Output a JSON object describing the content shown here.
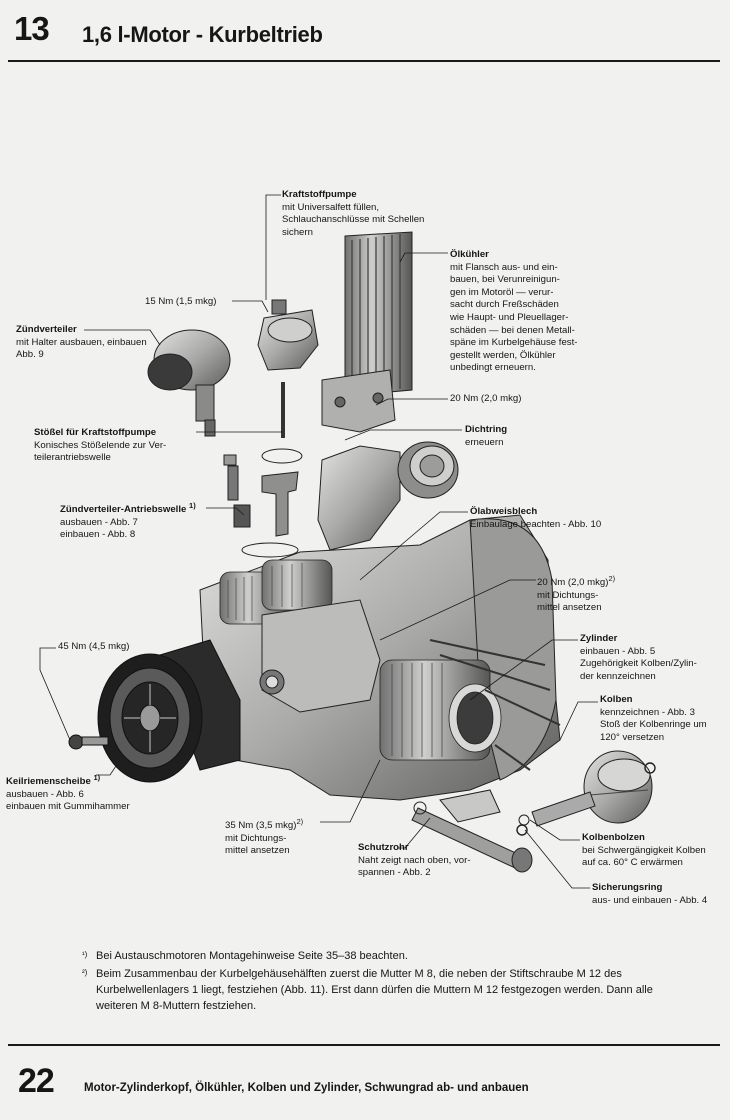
{
  "header": {
    "chapter_number": "13",
    "chapter_title": "1,6 l-Motor - Kurbeltrieb"
  },
  "labels": {
    "fuel_pump": {
      "title": "Kraftstoffpumpe",
      "lines": [
        "mit Universalfett füllen,",
        "Schlauchanschlüsse mit Schellen",
        "sichern"
      ]
    },
    "oil_cooler": {
      "title": "Ölkühler",
      "lines": [
        "mit Flansch aus- und ein-",
        "bauen, bei Verunreinigun-",
        "gen im Motoröl — verur-",
        "sacht durch Freßschäden",
        "wie Haupt- und Pleuellager-",
        "schäden — bei denen Metall-",
        "späne im Kurbelgehäuse fest-",
        "gestellt werden, Ölkühler",
        "unbedingt erneuern."
      ]
    },
    "torque_15": {
      "text": "15 Nm (1,5 mkg)"
    },
    "distributor": {
      "title": "Zündverteiler",
      "lines": [
        "mit Halter ausbauen, einbauen",
        "Abb. 9"
      ]
    },
    "torque_20_cooler": {
      "text": "20 Nm (2,0 mkg)"
    },
    "seal": {
      "title": "Dichtring",
      "lines": [
        "erneuern"
      ]
    },
    "pushrod": {
      "title": "Stößel für Kraftstoffpumpe",
      "lines": [
        "Konisches Stößelende zur Ver-",
        "teilerantriebswelle"
      ]
    },
    "drive_shaft": {
      "title": "Zündverteiler-Antriebswelle",
      "footnote": "1)",
      "lines": [
        "ausbauen  - Abb. 7",
        "einbauen  - Abb. 8"
      ]
    },
    "deflector": {
      "title": "Ölabweisblech",
      "lines": [
        "Einbaulage beachten - Abb. 10"
      ]
    },
    "torque_20_sealant": {
      "text": "20 Nm (2,0 mkg)",
      "footnote": "2)",
      "lines": [
        "mit Dichtungs-",
        "mittel ansetzen"
      ]
    },
    "cylinder": {
      "title": "Zylinder",
      "lines": [
        "einbauen - Abb. 5",
        "Zugehörigkeit Kolben/Zylin-",
        "der kennzeichnen"
      ]
    },
    "torque_45": {
      "text": "45 Nm (4,5 mkg)"
    },
    "piston": {
      "title": "Kolben",
      "lines": [
        "kennzeichnen - Abb. 3",
        "Stoß der Kolbenringe um",
        "120° versetzen"
      ]
    },
    "pulley": {
      "title": "Keilriemenscheibe",
      "footnote": "1)",
      "lines": [
        "ausbauen - Abb. 6",
        "einbauen mit Gummihammer"
      ]
    },
    "torque_35": {
      "text": "35 Nm (3,5 mkg)",
      "footnote": "2)",
      "lines": [
        "mit Dichtungs-",
        "mittel ansetzen"
      ]
    },
    "tube": {
      "title": "Schutzrohr",
      "lines": [
        "Naht zeigt nach oben, vor-",
        "spannen - Abb. 2"
      ]
    },
    "piston_pin": {
      "title": "Kolbenbolzen",
      "lines": [
        "bei Schwergängigkeit Kolben",
        "auf ca. 60° C erwärmen"
      ]
    },
    "circlip": {
      "title": "Sicherungsring",
      "lines": [
        "aus- und einbauen - Abb. 4"
      ]
    }
  },
  "footnotes": [
    {
      "mark": "¹)",
      "text": "Bei Austauschmotoren Montagehinweise Seite 35–38 beachten."
    },
    {
      "mark": "²)",
      "text": "Beim Zusammenbau der Kurbelgehäusehälften zuerst die Mutter M 8, die neben der Stiftschraube M 12 des Kurbelwellenlagers 1 liegt, festziehen (Abb. 11). Erst dann dürfen die Muttern M 12 festgezogen werden. Dann alle weiteren M 8-Muttern festziehen."
    }
  ],
  "footer": {
    "page_number": "22",
    "text": "Motor-Zylinderkopf, Ölkühler, Kolben und Zylinder, Schwungrad ab- und anbauen"
  },
  "colors": {
    "ink": "#161616",
    "paper": "#f1f1ef",
    "metal_light": "#bdbdbb",
    "metal_dark": "#4a4a4a"
  }
}
